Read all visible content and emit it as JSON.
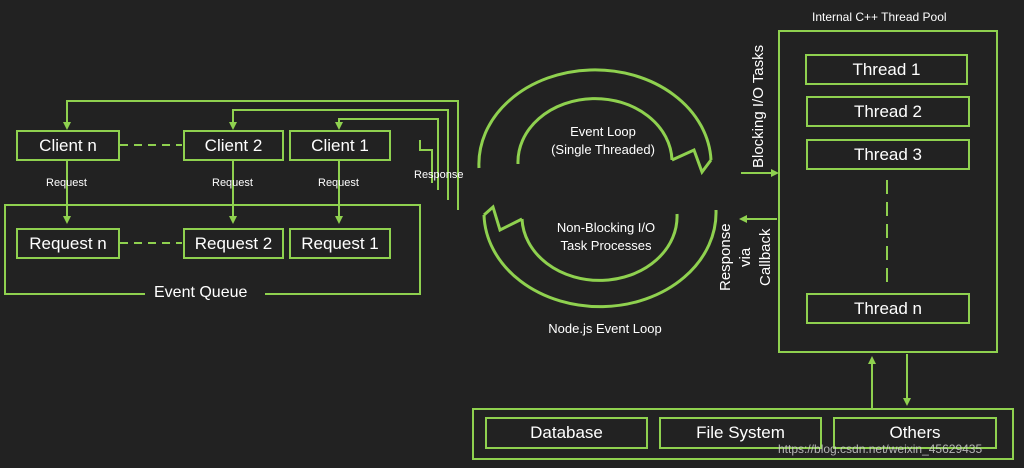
{
  "colors": {
    "accent": "#8fd14f",
    "background": "#222222",
    "text": "#ffffff"
  },
  "clients": [
    "Client n",
    "Client 2",
    "Client 1"
  ],
  "request_label": "Request",
  "requests": [
    "Request n",
    "Request 2",
    "Request 1"
  ],
  "event_queue": "Event Queue",
  "response_label": "Response",
  "event_loop": {
    "top_line1": "Event Loop",
    "top_line2": "(Single Threaded)",
    "bottom_line1": "Non-Blocking I/O",
    "bottom_line2": "Task Processes",
    "caption": "Node.js Event Loop"
  },
  "blocking_label": "Blocking I/O Tasks",
  "callback_label": {
    "line1": "Response",
    "line2": "via",
    "line3": "Callback"
  },
  "thread_pool": {
    "title": "Internal C++ Thread Pool",
    "threads": [
      "Thread 1",
      "Thread 2",
      "Thread 3",
      "Thread n"
    ]
  },
  "resources": [
    "Database",
    "File System",
    "Others"
  ],
  "watermark": "https://blog.csdn.net/weixin_45629435"
}
